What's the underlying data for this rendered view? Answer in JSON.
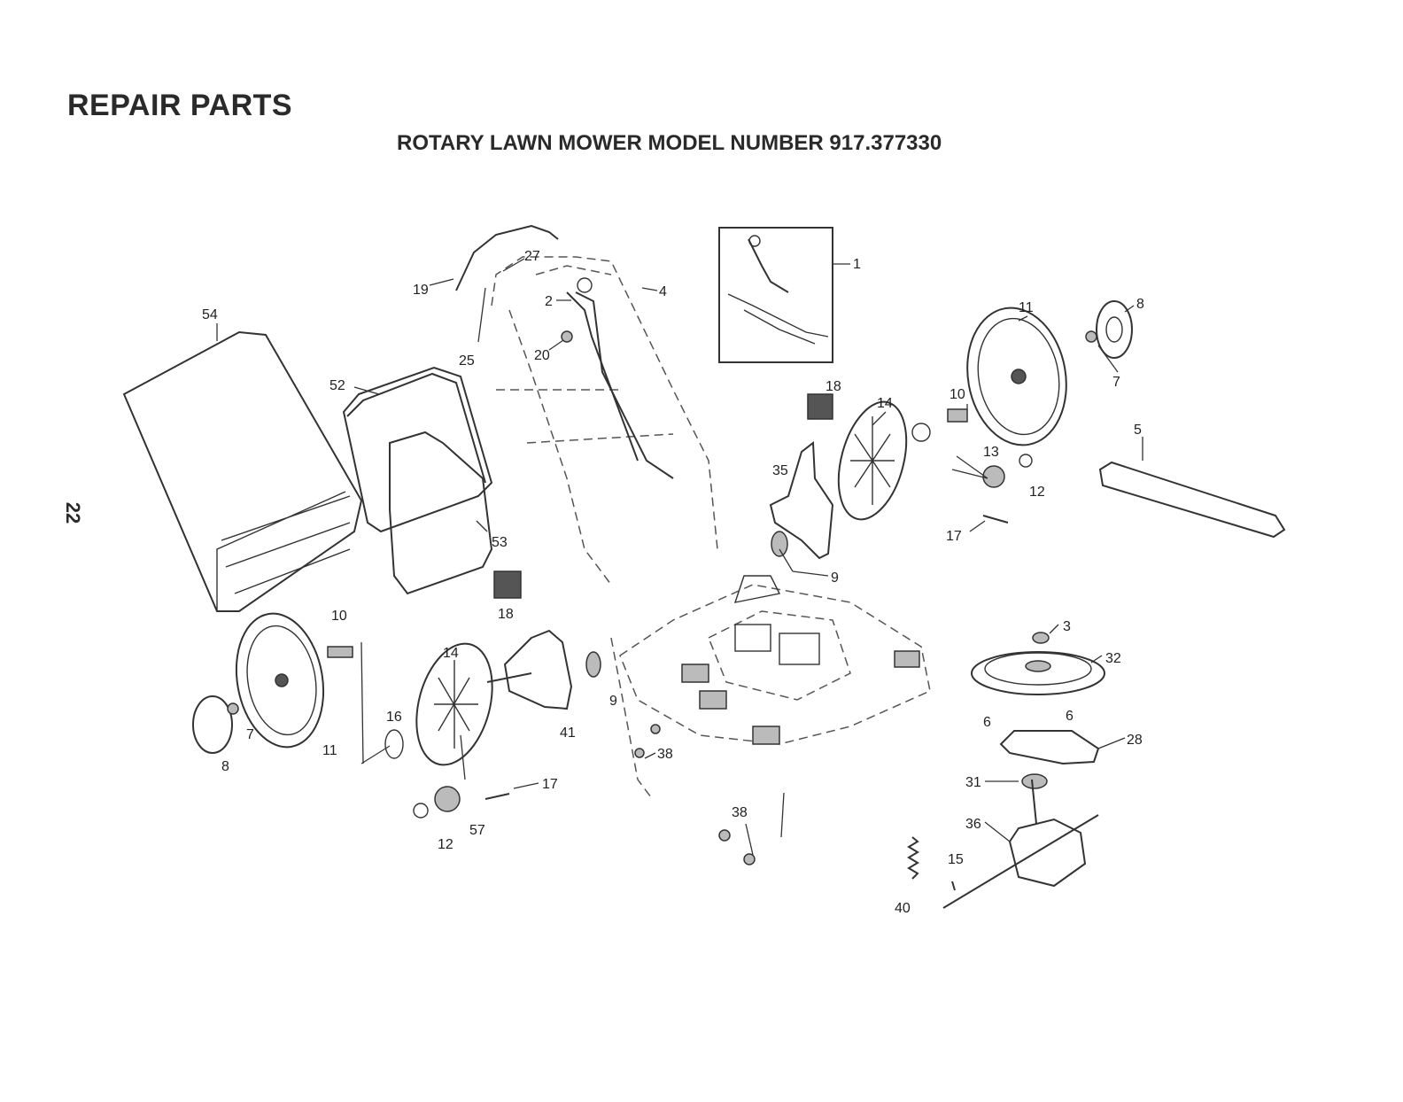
{
  "header": {
    "title": "REPAIR PARTS",
    "subtitle": "ROTARY LAWN MOWER MODEL NUMBER 917.377330",
    "page_number": "22"
  },
  "callouts": [
    "1",
    "2",
    "4",
    "20",
    "19",
    "27",
    "25",
    "54",
    "52",
    "53",
    "18",
    "14",
    "10",
    "11",
    "8",
    "7",
    "5",
    "13",
    "12",
    "35",
    "17",
    "9",
    "3",
    "32",
    "6",
    "6",
    "28",
    "31",
    "36",
    "15",
    "40",
    "38",
    "41",
    "16",
    "57",
    "12",
    "10",
    "11",
    "7",
    "8",
    "14",
    "9",
    "18",
    "17",
    "38"
  ]
}
